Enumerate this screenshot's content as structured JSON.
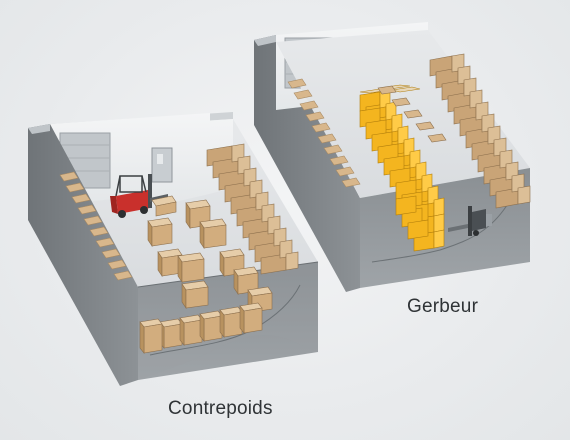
{
  "warehouses": [
    {
      "id": "left",
      "caption": "Contrepoids",
      "forklift_color": "#c9302c",
      "box_color": "#d6b48a"
    },
    {
      "id": "right",
      "caption": "Gerbeur",
      "pallet_color": "#f2b21b",
      "box_color": "#d6b48a"
    }
  ],
  "icons": [
    "warehouse-building",
    "counterbalance-forklift",
    "stacker",
    "door",
    "pallet-rack",
    "box"
  ]
}
